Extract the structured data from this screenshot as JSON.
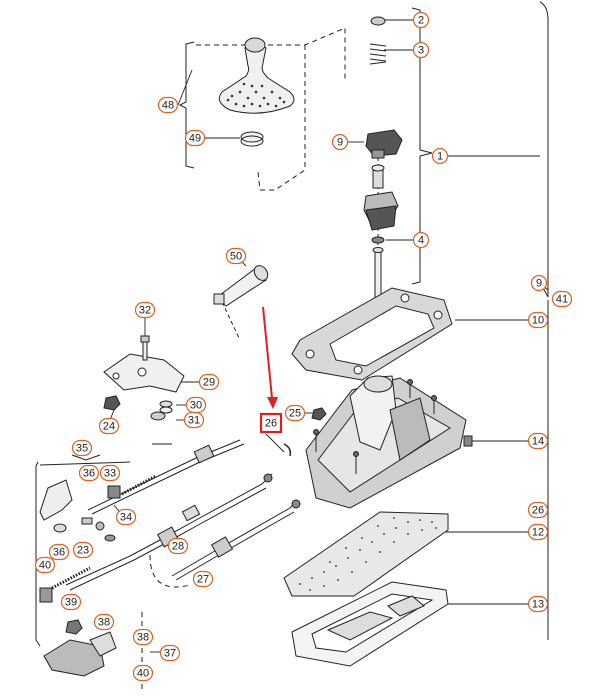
{
  "colors": {
    "callout_stroke": "#e0601e",
    "highlight": "#e02020",
    "line": "#222222",
    "part_fill": "#dcdcdc"
  },
  "callouts": {
    "c2": "2",
    "c3": "3",
    "c9a": "9",
    "c1": "1",
    "c4": "4",
    "c48": "48",
    "c49": "49",
    "c50": "50",
    "c9b": "9",
    "c41": "41",
    "c10": "10",
    "c32": "32",
    "c29": "29",
    "c30": "30",
    "c31": "31",
    "c24": "24",
    "c25": "25",
    "c26a": "26",
    "c26b": "26",
    "c14": "14",
    "c35": "35",
    "c36a": "36",
    "c33": "33",
    "c34": "34",
    "c36b": "36",
    "c23": "23",
    "c28": "28",
    "c40a": "40",
    "c27": "27",
    "c26c": "26",
    "c12": "12",
    "c39": "39",
    "c38a": "38",
    "c13": "13",
    "c38b": "38",
    "c37": "37",
    "c40b": "40"
  }
}
